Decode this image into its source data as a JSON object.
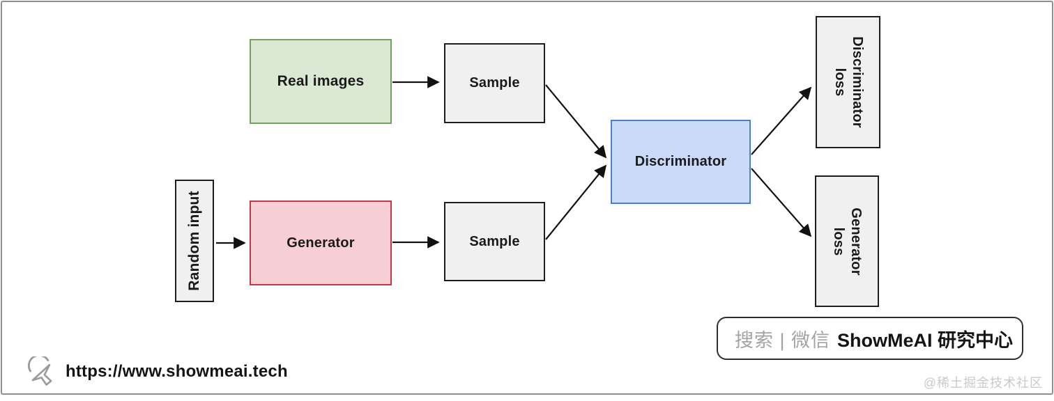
{
  "diagram": {
    "real_images": "Real images",
    "sample_top": "Sample",
    "random_input": "Random input",
    "generator": "Generator",
    "sample_bottom": "Sample",
    "discriminator": "Discriminator",
    "discriminator_loss_line1": "Discriminator",
    "discriminator_loss_line2": "loss",
    "generator_loss_line1": "Generator",
    "generator_loss_line2": "loss",
    "colors": {
      "real_fill": "#dbe9d4",
      "real_border": "#73a15f",
      "gen_fill": "#f6ced3",
      "gen_border": "#bf3a46",
      "disc_fill": "#c9dbf8",
      "disc_border": "#4b80c4",
      "neutral_fill": "#f0f0f0",
      "neutral_border": "#1c1c1c",
      "arrow": "#111111"
    }
  },
  "search_banner": {
    "prefix": "搜索 | 微信",
    "brand": "ShowMeAI 研究中心"
  },
  "footer": {
    "url": "https://www.showmeai.tech",
    "watermark": "@稀土掘金技术社区"
  }
}
